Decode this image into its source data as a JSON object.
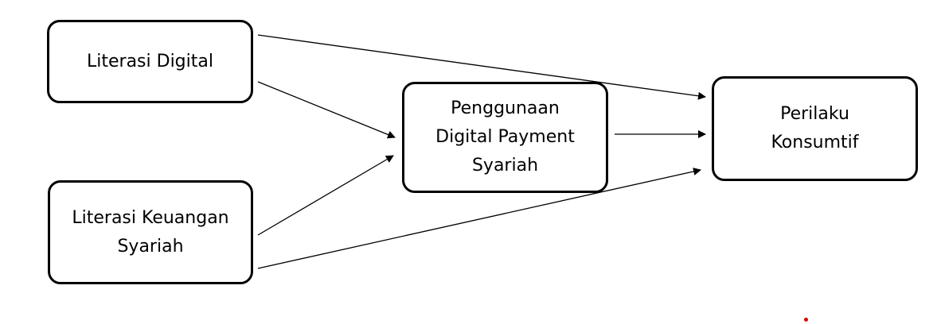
{
  "nodes": {
    "literasi_digital": {
      "lines": [
        "Literasi Digital"
      ]
    },
    "literasi_keuangan_syariah": {
      "lines": [
        "Literasi Keuangan",
        "Syariah"
      ]
    },
    "penggunaan_digital_payment": {
      "lines": [
        "Penggunaan",
        "Digital Payment",
        "Syariah"
      ]
    },
    "perilaku_konsumtif": {
      "lines": [
        "Perilaku",
        "Konsumtif"
      ]
    }
  },
  "edges": [
    {
      "from": "literasi_digital",
      "to": "perilaku_konsumtif"
    },
    {
      "from": "literasi_digital",
      "to": "penggunaan_digital_payment"
    },
    {
      "from": "literasi_keuangan_syariah",
      "to": "penggunaan_digital_payment"
    },
    {
      "from": "penggunaan_digital_payment",
      "to": "perilaku_konsumtif"
    },
    {
      "from": "literasi_keuangan_syariah",
      "to": "perilaku_konsumtif"
    }
  ],
  "colors": {
    "stroke": "#000000",
    "marker_dot": "#e00000"
  }
}
